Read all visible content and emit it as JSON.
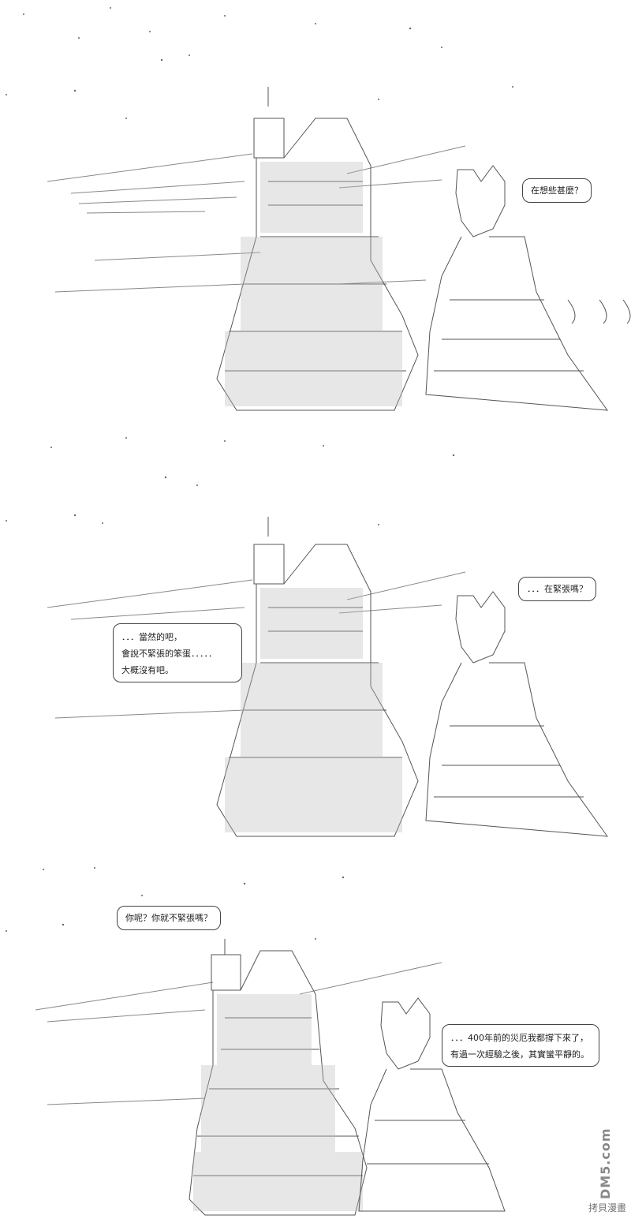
{
  "panels": [
    {
      "bubbles": [
        {
          "lines": [
            "在想些甚麼？"
          ]
        }
      ]
    },
    {
      "bubbles": [
        {
          "lines": [
            "．．．在緊張嗎？"
          ]
        },
        {
          "lines": [
            "．．．當然的吧，",
            "會說不緊張的笨蛋．．．．．",
            "大概沒有吧。"
          ]
        }
      ]
    },
    {
      "bubbles": [
        {
          "lines": [
            "你呢？你就不緊張嗎？"
          ]
        },
        {
          "lines": [
            "．．．400年前的災厄我都撐下來了，",
            "有過一次經驗之後，其實蠻平靜的。"
          ]
        }
      ]
    }
  ],
  "watermark": {
    "logo": "DM5.com",
    "subtitle": "拷貝漫畫"
  }
}
